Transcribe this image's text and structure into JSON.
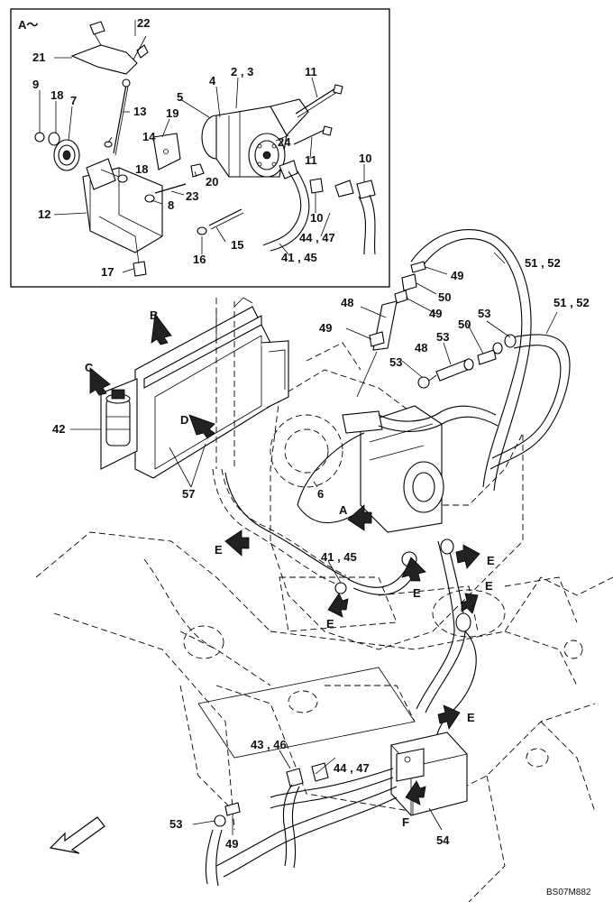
{
  "diagram": {
    "inset_title": "A～",
    "drawing_code": "BS07M882",
    "labels": {
      "l22": "22",
      "l21": "21",
      "l9": "9",
      "l18a": "18",
      "l7": "7",
      "l13": "13",
      "l19": "19",
      "l14": "14",
      "l18b": "18",
      "l5": "5",
      "l4": "4",
      "l23": "2 , 3",
      "l11a": "11",
      "l24": "24",
      "l11b": "11",
      "l10a": "10",
      "l10b": "10",
      "l20": "20",
      "l23b": "23",
      "l8": "8",
      "l12": "12",
      "l15": "15",
      "l16": "16",
      "l4447a": "44 , 47",
      "l4145a": "41 , 45",
      "l17": "17",
      "l5152a": "51 , 52",
      "l49a": "49",
      "l50a": "50",
      "l48a": "48",
      "l49b": "49",
      "l5152b": "51 , 52",
      "l49c": "49",
      "l53a": "53",
      "l53b": "53",
      "l50b": "50",
      "l48b": "48",
      "l53c": "53",
      "lB": "B",
      "lC": "C",
      "l42": "42",
      "lD": "D",
      "l6": "6",
      "lA": "A",
      "l57": "57",
      "lE1": "E",
      "l4145b": "41 , 45",
      "lE2": "E",
      "lE3": "E",
      "lE4": "E",
      "lE5": "E",
      "lE6": "E",
      "l4346": "43 , 46",
      "l4447b": "44 , 47",
      "l53d": "53",
      "l49d": "49",
      "lF": "F",
      "l54": "54"
    }
  }
}
